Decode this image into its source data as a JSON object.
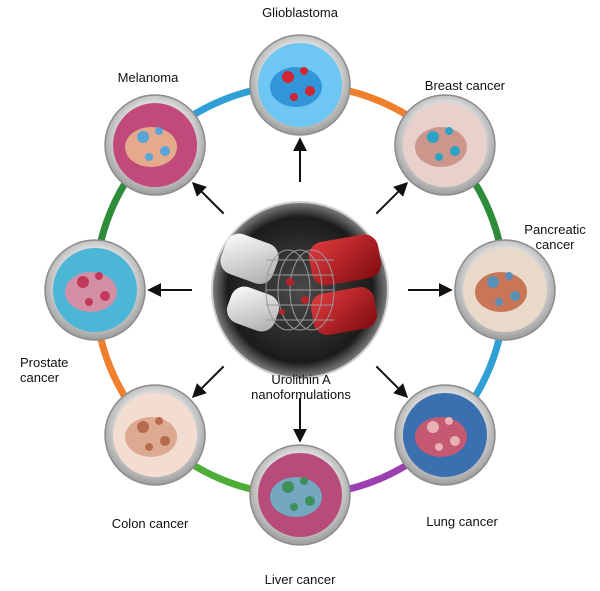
{
  "center": {
    "label_line1": "Urolithin A",
    "label_line2": "nanoformulations"
  },
  "nodes": [
    {
      "id": "glioblastoma",
      "label": "Glioblastoma",
      "ring_color": "#2f9fd6"
    },
    {
      "id": "breast",
      "label": "Breast cancer",
      "ring_color": "#f07f2c"
    },
    {
      "id": "pancreatic",
      "label_line1": "Pancreatic",
      "label_line2": "cancer",
      "ring_color": "#2e8b3a"
    },
    {
      "id": "lung",
      "label": "Lung cancer",
      "ring_color": "#2f9fd6"
    },
    {
      "id": "liver",
      "label": "Liver cancer",
      "ring_color": "#9b3fb0"
    },
    {
      "id": "colon",
      "label": "Colon cancer",
      "ring_color": "#4fae37"
    },
    {
      "id": "prostate",
      "label_line1": "Prostate",
      "label_line2": "cancer",
      "ring_color": "#f07f2c"
    },
    {
      "id": "melanoma",
      "label": "Melanoma",
      "ring_color": "#2e8b3a"
    }
  ],
  "colors": {
    "ring_blue": "#2f9fd6",
    "ring_orange": "#f07f2c",
    "ring_green": "#2e8b3a",
    "ring_purple": "#9b3fb0",
    "ring_lightgreen": "#4fae37",
    "capsule_red": "#c3171c",
    "capsule_white": "#e6e6e6",
    "center_bg": "#1e1e1e"
  }
}
